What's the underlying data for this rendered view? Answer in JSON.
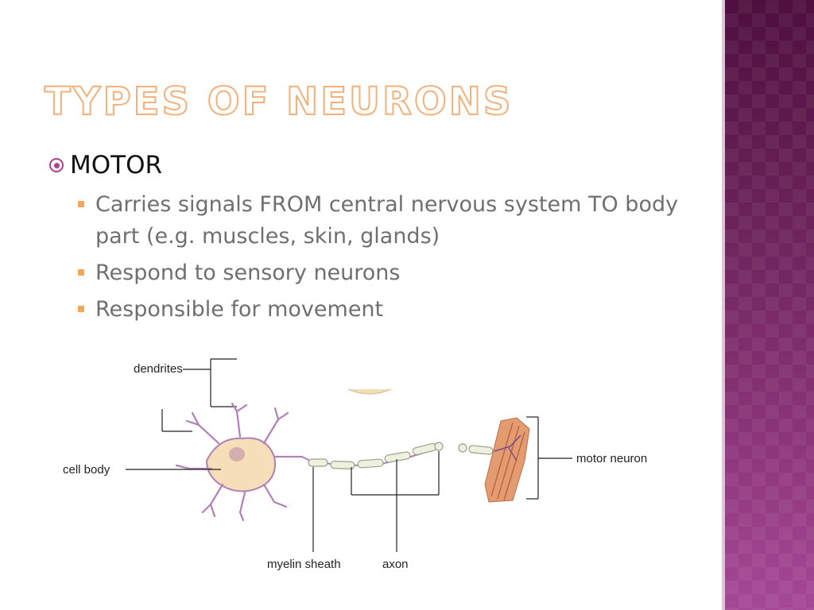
{
  "slide": {
    "title": "Types of Neurons",
    "heading": "MOTOR",
    "bullets": [
      "Carries signals FROM central nervous system TO body part (e.g. muscles, skin, glands)",
      "Respond to sensory neurons",
      "Responsible for movement"
    ]
  },
  "diagram": {
    "labels": {
      "dendrites": "dendrites",
      "cell_body": "cell body",
      "motor_neuron": "motor neuron",
      "myelin_sheath": "myelin sheath",
      "axon": "axon"
    }
  },
  "colors": {
    "title_outline": "#f4b07a",
    "level1_bullet": "#b0418e",
    "level2_bullet": "#f0a85a",
    "side_band": "#7a2a68"
  }
}
